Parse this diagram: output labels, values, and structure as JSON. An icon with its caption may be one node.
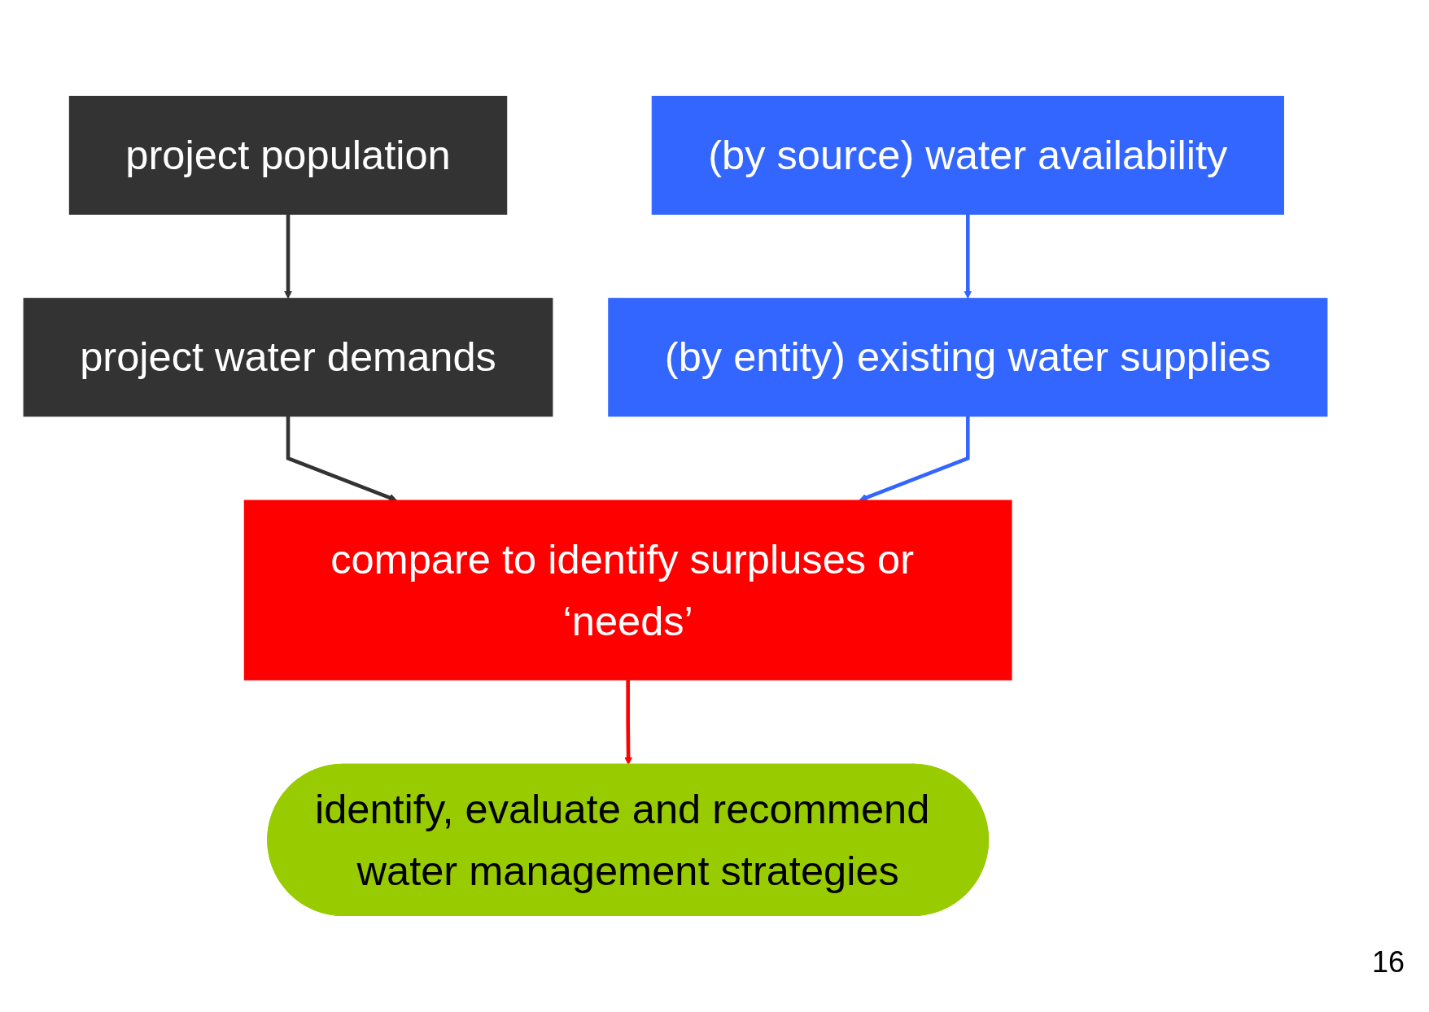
{
  "diagram": {
    "nodes": [
      {
        "text": [
          "project population"
        ]
      },
      {
        "text": [
          "project water demands"
        ]
      },
      {
        "text": [
          "(by source) water availability"
        ]
      },
      {
        "text": [
          "(by entity) existing water supplies"
        ]
      },
      {
        "text": [
          "compare to identify surpluses or ‘needs’"
        ]
      },
      {
        "text": [
          "identify, evaluate and recommend water management strategies"
        ]
      }
    ],
    "edges": [
      {
        "from": 0,
        "to": 1,
        "arrow": "to",
        "color": "#333333"
      },
      {
        "from": 2,
        "to": 3,
        "arrow": "to",
        "color": "#3366ff"
      },
      {
        "from": 1,
        "to": 4,
        "arrow": "to",
        "color": "#333333"
      },
      {
        "from": 3,
        "to": 4,
        "arrow": "to",
        "color": "#3366ff"
      },
      {
        "from": 4,
        "to": 5,
        "arrow": "to",
        "color": "#ff0000"
      }
    ],
    "labels": [
      "16"
    ]
  }
}
